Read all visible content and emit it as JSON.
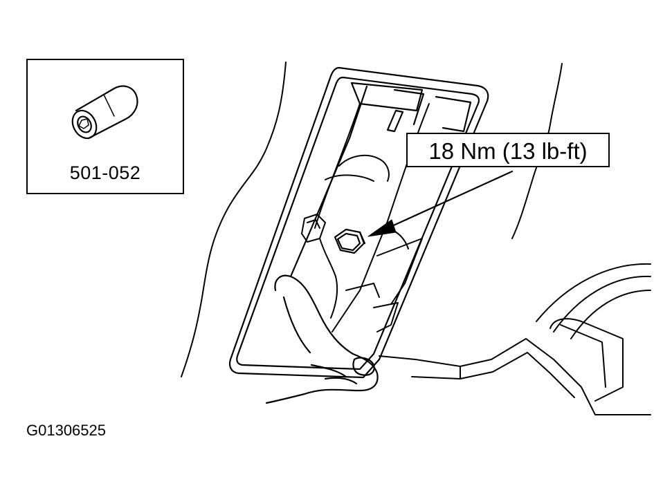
{
  "tool": {
    "number": "501-052",
    "icon": "socket-tool-icon"
  },
  "callout": {
    "torque": "18 Nm (13 lb-ft)"
  },
  "figure": {
    "id": "G01306525"
  },
  "colors": {
    "line": "#000000",
    "background": "#ffffff"
  }
}
